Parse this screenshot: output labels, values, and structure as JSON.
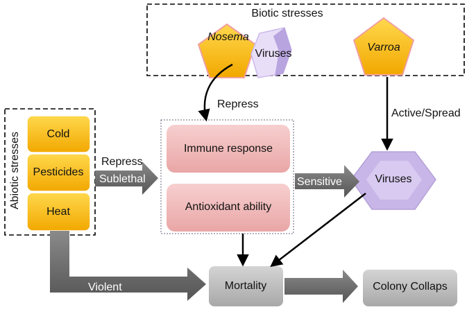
{
  "biotic": {
    "title": "Biotic stresses",
    "nosema": "Nosema",
    "viruses": "Viruses",
    "varroa": "Varroa"
  },
  "abiotic": {
    "title": "Abiotic stresses",
    "items": [
      "Cold",
      "Pesticides",
      "Heat"
    ]
  },
  "effects": {
    "immune": "Immune response",
    "antioxidant": "Antioxidant ability"
  },
  "nodes": {
    "viruses": "Viruses",
    "mortality": "Mortality",
    "colony": "Colony Collaps"
  },
  "arrow_labels": {
    "repress_top": "Repress",
    "repress_left": "Repress",
    "sublethal": "Sublethal",
    "sensitive": "Sensitive",
    "active_spread": "Active/Spread",
    "violent": "Violent"
  },
  "colors": {
    "gold": "#f5b800",
    "pink": "#f0b6b6",
    "lavender": "#c9b6e8",
    "gray_arrow": "#6b6b6b",
    "gray_box": "#b7b7b7"
  }
}
